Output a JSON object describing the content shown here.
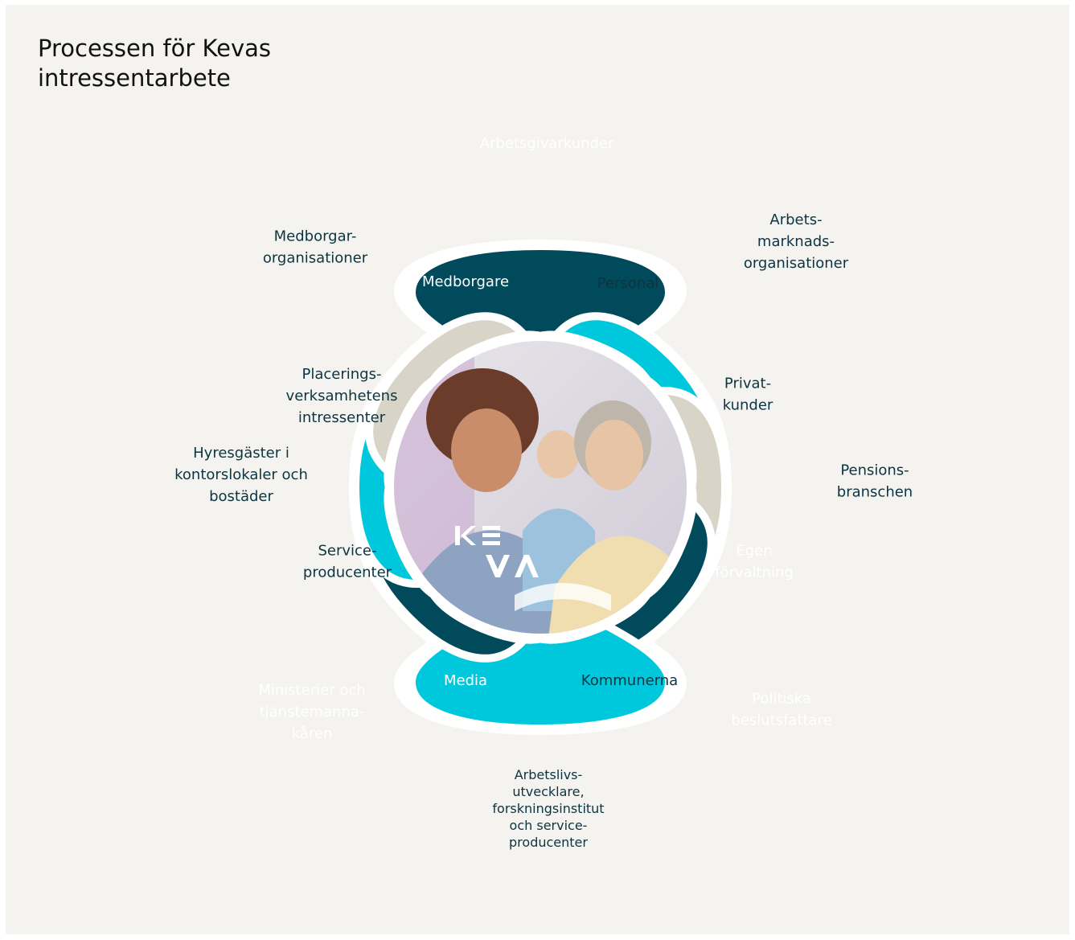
{
  "title_lines": [
    "Processen för Kevas",
    "intressentarbete"
  ],
  "colors": {
    "background": "#f4f3ef",
    "dark_teal": "#004a5b",
    "cyan": "#00c8dc",
    "beige": "#d8d4c8",
    "white": "#ffffff",
    "text_on_dark": "#ffffff",
    "text_on_light": "#0c3442"
  },
  "center_logo": {
    "row1": "KΞ",
    "row2": "VA"
  },
  "center_image": {
    "description_icon": "people-photo-icon"
  },
  "stakeholders": {
    "outer": [
      {
        "id": "arbetsgivarkunder",
        "lines": [
          "Arbetsgivarkunder"
        ],
        "color": "dark_teal"
      },
      {
        "id": "arbetsmarknadsorganisationer",
        "lines": [
          "Arbets-",
          "marknads-",
          "organisationer"
        ],
        "color": "cyan"
      },
      {
        "id": "pensionsbranschen",
        "lines": [
          "Pensions-",
          "branschen"
        ],
        "color": "beige"
      },
      {
        "id": "politiska-beslutsfattare",
        "lines": [
          "Politiska",
          "beslutsfattare"
        ],
        "color": "dark_teal"
      },
      {
        "id": "arbetslivsutvecklare",
        "lines": [
          "Arbetslivs-",
          "utvecklare,",
          "forskningsinstitut",
          "och service-",
          "producenter"
        ],
        "color": "cyan"
      },
      {
        "id": "ministerier",
        "lines": [
          "Ministerier och",
          "tjänstemanna-",
          "kåren"
        ],
        "color": "dark_teal"
      },
      {
        "id": "hyresgaster",
        "lines": [
          "Hyresgäster i",
          "kontorslokaler och",
          "bostäder"
        ],
        "color": "cyan"
      },
      {
        "id": "medborgarorganisationer",
        "lines": [
          "Medborgar-",
          "organisationer"
        ],
        "color": "beige"
      }
    ],
    "inner": [
      {
        "id": "medborgare",
        "lines": [
          "Medborgare"
        ],
        "color": "dark_teal"
      },
      {
        "id": "personal",
        "lines": [
          "Personal"
        ],
        "color": "cyan"
      },
      {
        "id": "privatkunder",
        "lines": [
          "Privat-",
          "kunder"
        ],
        "color": "beige"
      },
      {
        "id": "egen-forvaltning",
        "lines": [
          "Egen",
          "förvaltning"
        ],
        "color": "dark_teal"
      },
      {
        "id": "kommunerna",
        "lines": [
          "Kommunerna"
        ],
        "color": "cyan"
      },
      {
        "id": "media",
        "lines": [
          "Media"
        ],
        "color": "dark_teal"
      },
      {
        "id": "serviceproducenter",
        "lines": [
          "Service-",
          "producenter"
        ],
        "color": "cyan"
      },
      {
        "id": "placeringsverksamhetens",
        "lines": [
          "Placerings-",
          "verksamhetens",
          "intressenter"
        ],
        "color": "beige"
      }
    ]
  }
}
